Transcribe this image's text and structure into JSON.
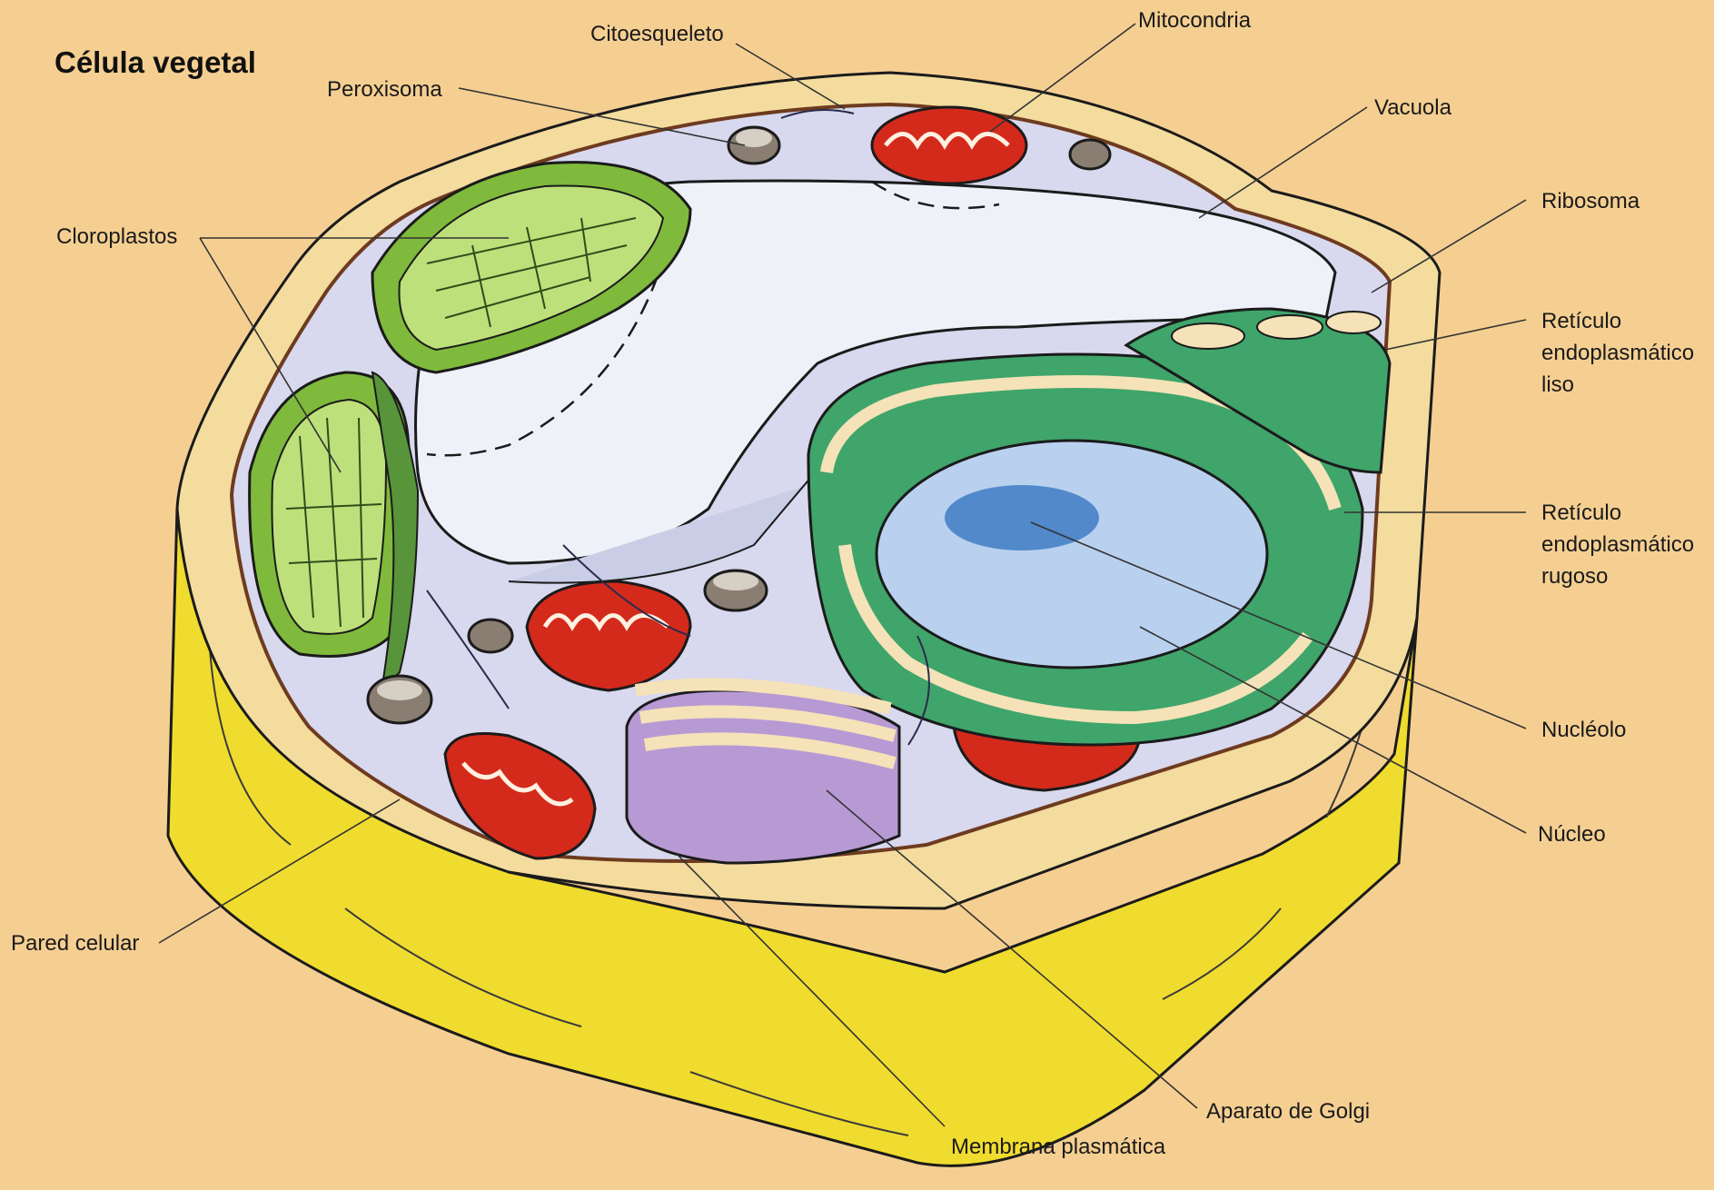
{
  "title": "Célula vegetal",
  "labels": {
    "citoesqueleto": "Citoesqueleto",
    "mitocondria": "Mitocondria",
    "peroxisoma": "Peroxisoma",
    "vacuola": "Vacuola",
    "ribosoma": "Ribosoma",
    "cloroplastos": "Cloroplastos",
    "rel_1": "Retículo",
    "rel_2": "endoplasmático",
    "rel_3": "liso",
    "rer_1": "Retículo",
    "rer_2": "endoplasmático",
    "rer_3": "rugoso",
    "nucleolo": "Nucléolo",
    "nucleo": "Núcleo",
    "pared": "Pared celular",
    "golgi": "Aparato de Golgi",
    "membrana": "Membrana plasmática"
  },
  "colors": {
    "background": "#f5cf92",
    "cell_wall": "#f0dc2e",
    "wall_rim": "#f3dc9e",
    "cytoplasm": "#d8d8ee",
    "vacuole": "#eef2f8",
    "chloroplast": "#7fba3c",
    "mitochondria": "#d42a1c",
    "er": "#3fa56a",
    "nucleus": "#b9d0ef",
    "nucleolus": "#3e7cc4",
    "golgi": "#b79ad4",
    "peroxisome": "#8a7e72"
  }
}
